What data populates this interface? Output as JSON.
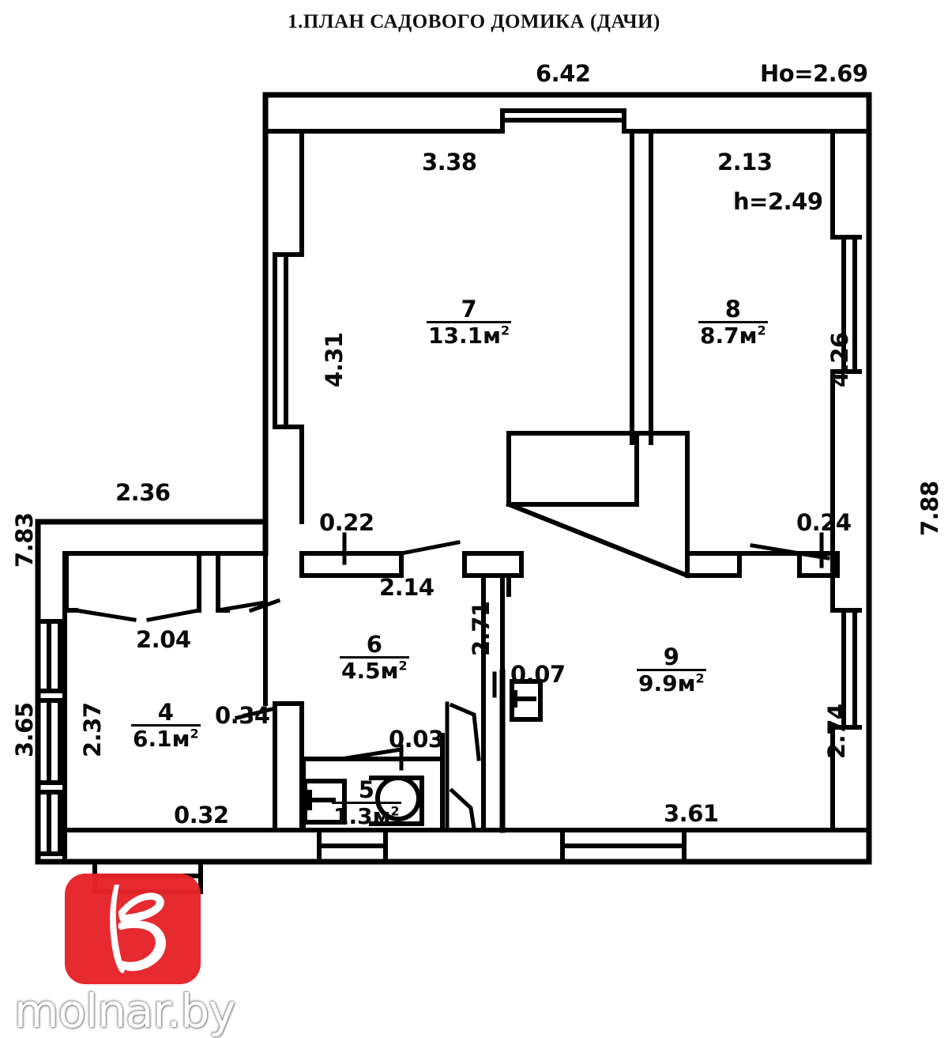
{
  "document": {
    "title": "1.ПЛАН САДОВОГО ДОМИКА (ДАЧИ)"
  },
  "heights": {
    "overall_label": "Ho=2.69",
    "room8_label": "h=2.49"
  },
  "rooms": [
    {
      "id": "4",
      "number": "4",
      "area": "6.1",
      "unit": "м",
      "unit_sup": "2"
    },
    {
      "id": "5",
      "number": "5",
      "area": "1.3",
      "unit": "м",
      "unit_sup": "2"
    },
    {
      "id": "6",
      "number": "6",
      "area": "4.5",
      "unit": "м",
      "unit_sup": "2"
    },
    {
      "id": "7",
      "number": "7",
      "area": "13.1",
      "unit": "м",
      "unit_sup": "2"
    },
    {
      "id": "8",
      "number": "8",
      "area": "8.7",
      "unit": "м",
      "unit_sup": "2"
    },
    {
      "id": "9",
      "number": "9",
      "area": "9.9",
      "unit": "м",
      "unit_sup": "2"
    }
  ],
  "dimensions": {
    "top_main": "6.42",
    "room7_width": "3.38",
    "room8_width": "2.13",
    "room7_height": "4.31",
    "room8_height": "4.26",
    "right_total": "7.88",
    "left_total": "7.83",
    "left_lower": "3.65",
    "porch_top": "2.36",
    "porch_inner": "2.04",
    "room4_height": "2.37",
    "wall_022": "0.22",
    "wall_024": "0.24",
    "wall_034": "0.34",
    "wall_032": "0.32",
    "wall_007": "0.07",
    "wall_003": "0.03",
    "room6_width": "2.14",
    "room6_height": "2.71",
    "room9_height": "2.74",
    "room9_width": "3.61"
  },
  "watermark": {
    "text": "molnar.by",
    "brand_color": "#e52328",
    "logo_glyph": "stylized-b-butterfly"
  },
  "colors": {
    "wall": "#000000",
    "paper": "#ffffff",
    "text": "#0a0a0a"
  }
}
